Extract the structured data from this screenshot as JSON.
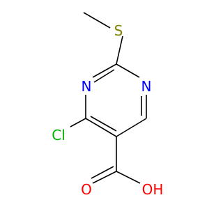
{
  "molecule": {
    "atoms": [
      {
        "id": "S",
        "label": "S",
        "color": "#808000"
      },
      {
        "id": "N1",
        "label": "N",
        "color": "#0000ff"
      },
      {
        "id": "N2",
        "label": "N",
        "color": "#0000ff"
      },
      {
        "id": "Cl",
        "label": "Cl",
        "color": "#00b300"
      },
      {
        "id": "O1",
        "label": "O",
        "color": "#ff0000"
      },
      {
        "id": "OH",
        "label": "OH",
        "color": "#ff0000"
      }
    ]
  }
}
